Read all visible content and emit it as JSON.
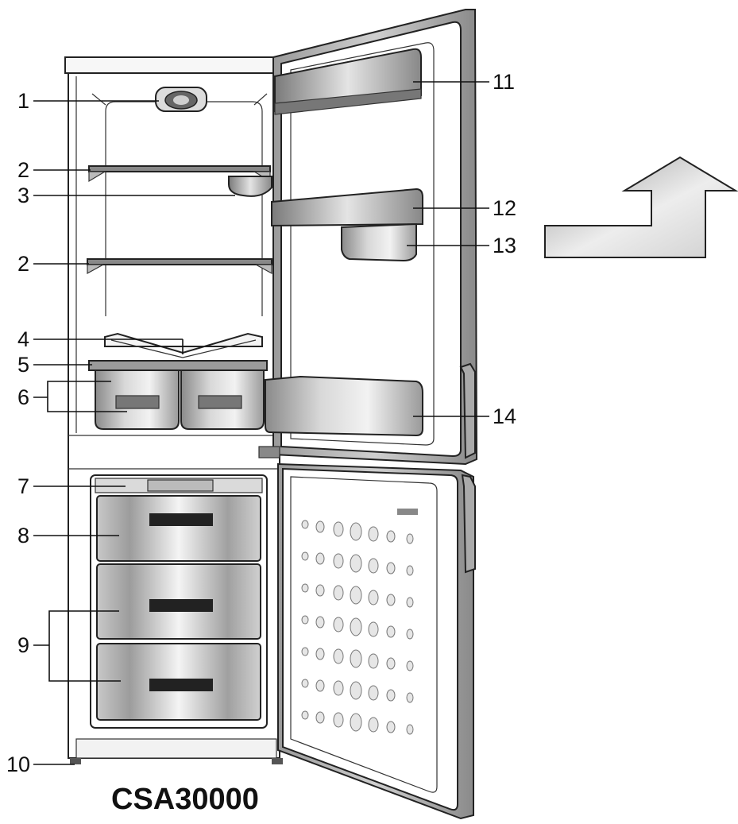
{
  "diagram": {
    "model": "CSA30000",
    "callouts": [
      "1",
      "2",
      "3",
      "2",
      "4",
      "5",
      "6",
      "7",
      "8",
      "9",
      "10",
      "11",
      "12",
      "13",
      "14"
    ]
  }
}
